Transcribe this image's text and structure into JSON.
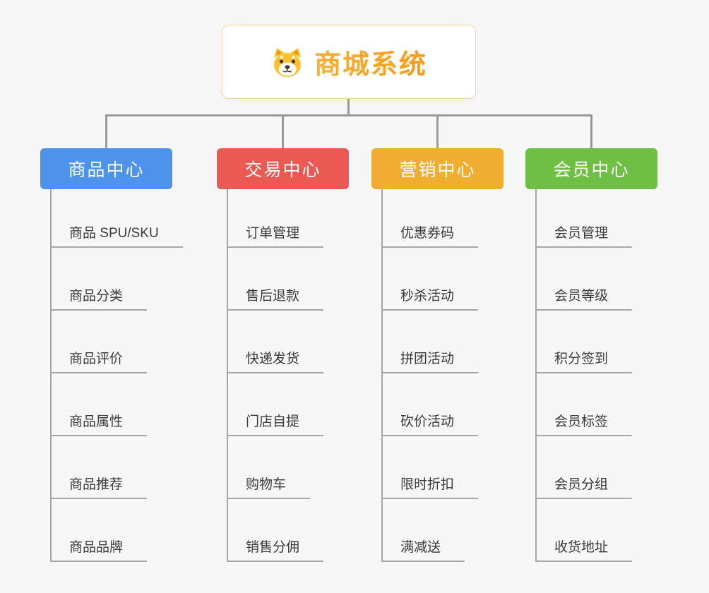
{
  "root": {
    "title": "商城系统",
    "icon": "dog-icon"
  },
  "colors": {
    "background": "#f7f7f7",
    "connector_line": "#999999",
    "root_border": "#f2d8a4",
    "root_title": "#faa61a",
    "item_text": "#3a3a3a",
    "branch_product": "#4d93ec",
    "branch_trade": "#ea5a52",
    "branch_marketing": "#f0ae30",
    "branch_member": "#6fbf44"
  },
  "branches": [
    {
      "label": "商品中心",
      "color": "#4d93ec",
      "items": [
        "商品 SPU/SKU",
        "商品分类",
        "商品评价",
        "商品属性",
        "商品推荐",
        "商品品牌"
      ]
    },
    {
      "label": "交易中心",
      "color": "#ea5a52",
      "items": [
        "订单管理",
        "售后退款",
        "快递发货",
        "门店自提",
        "购物车",
        "销售分佣"
      ]
    },
    {
      "label": "营销中心",
      "color": "#f0ae30",
      "items": [
        "优惠券码",
        "秒杀活动",
        "拼团活动",
        "砍价活动",
        "限时折扣",
        "满减送"
      ]
    },
    {
      "label": "会员中心",
      "color": "#6fbf44",
      "items": [
        "会员管理",
        "会员等级",
        "积分签到",
        "会员标签",
        "会员分组",
        "收货地址"
      ]
    }
  ]
}
